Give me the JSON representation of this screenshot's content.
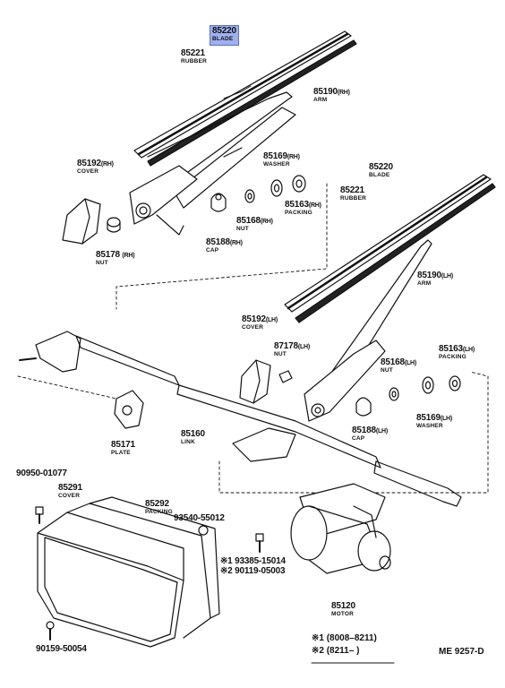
{
  "parts": {
    "blade_rh_top": {
      "number": "85220",
      "name": "BLADE"
    },
    "rubber_rh": {
      "number": "85221",
      "name": "RUBBER"
    },
    "arm_rh": {
      "number": "85190",
      "suffix": "(RH)",
      "name": "ARM"
    },
    "cover_rh": {
      "number": "85192",
      "suffix": "(RH)",
      "name": "COVER"
    },
    "washer_rh": {
      "number": "85169",
      "suffix": "(RH)",
      "name": "WASHER"
    },
    "packing_rh": {
      "number": "85163",
      "suffix": "(RH)",
      "name": "PACKING"
    },
    "nut_rh": {
      "number": "85168",
      "suffix": "(RH)",
      "name": "NUT"
    },
    "cap_rh": {
      "number": "85188",
      "suffix": "(RH)",
      "name": "CAP"
    },
    "nut_rh_cover": {
      "number": "85178",
      "suffix": "(RH)",
      "name": "NUT"
    },
    "blade_lh": {
      "number": "85220",
      "name": "BLADE"
    },
    "rubber_lh": {
      "number": "85221",
      "name": "RUBBER"
    },
    "arm_lh": {
      "number": "85190",
      "suffix": "(LH)",
      "name": "ARM"
    },
    "cover_lh": {
      "number": "85192",
      "suffix": "(LH)",
      "name": "COVER"
    },
    "nut_lh_cover": {
      "number": "87178",
      "suffix": "(LH)",
      "name": "NUT"
    },
    "nut_lh": {
      "number": "85168",
      "suffix": "(LH)",
      "name": "NUT"
    },
    "packing_lh": {
      "number": "85163",
      "suffix": "(LH)",
      "name": "PACKING"
    },
    "washer_lh": {
      "number": "85169",
      "suffix": "(LH)",
      "name": "WASHER"
    },
    "cap_lh": {
      "number": "85188",
      "suffix": "(LH)",
      "name": "CAP"
    },
    "plate": {
      "number": "85171",
      "name": "PLATE"
    },
    "link": {
      "number": "85160",
      "name": "LINK"
    },
    "bolt_cover": {
      "number": "90950-01077"
    },
    "cover": {
      "number": "85291",
      "name": "COVER"
    },
    "packing": {
      "number": "85292",
      "name": "PACKING"
    },
    "screw": {
      "number": "93540-55012"
    },
    "bolt_motor_1": {
      "number": "※1 93385-15014"
    },
    "bolt_motor_2": {
      "number": "※2 90119-05003"
    },
    "motor": {
      "number": "85120",
      "name": "MOTOR"
    },
    "bolt_bottom": {
      "number": "90159-50054"
    }
  },
  "notes": {
    "note1": "※1 (8008–8211)",
    "note2": "※2 (8211–      )"
  },
  "diagram_code": "ME 9257-D",
  "colors": {
    "highlight": "#9fb0ee",
    "ink": "#111111"
  }
}
